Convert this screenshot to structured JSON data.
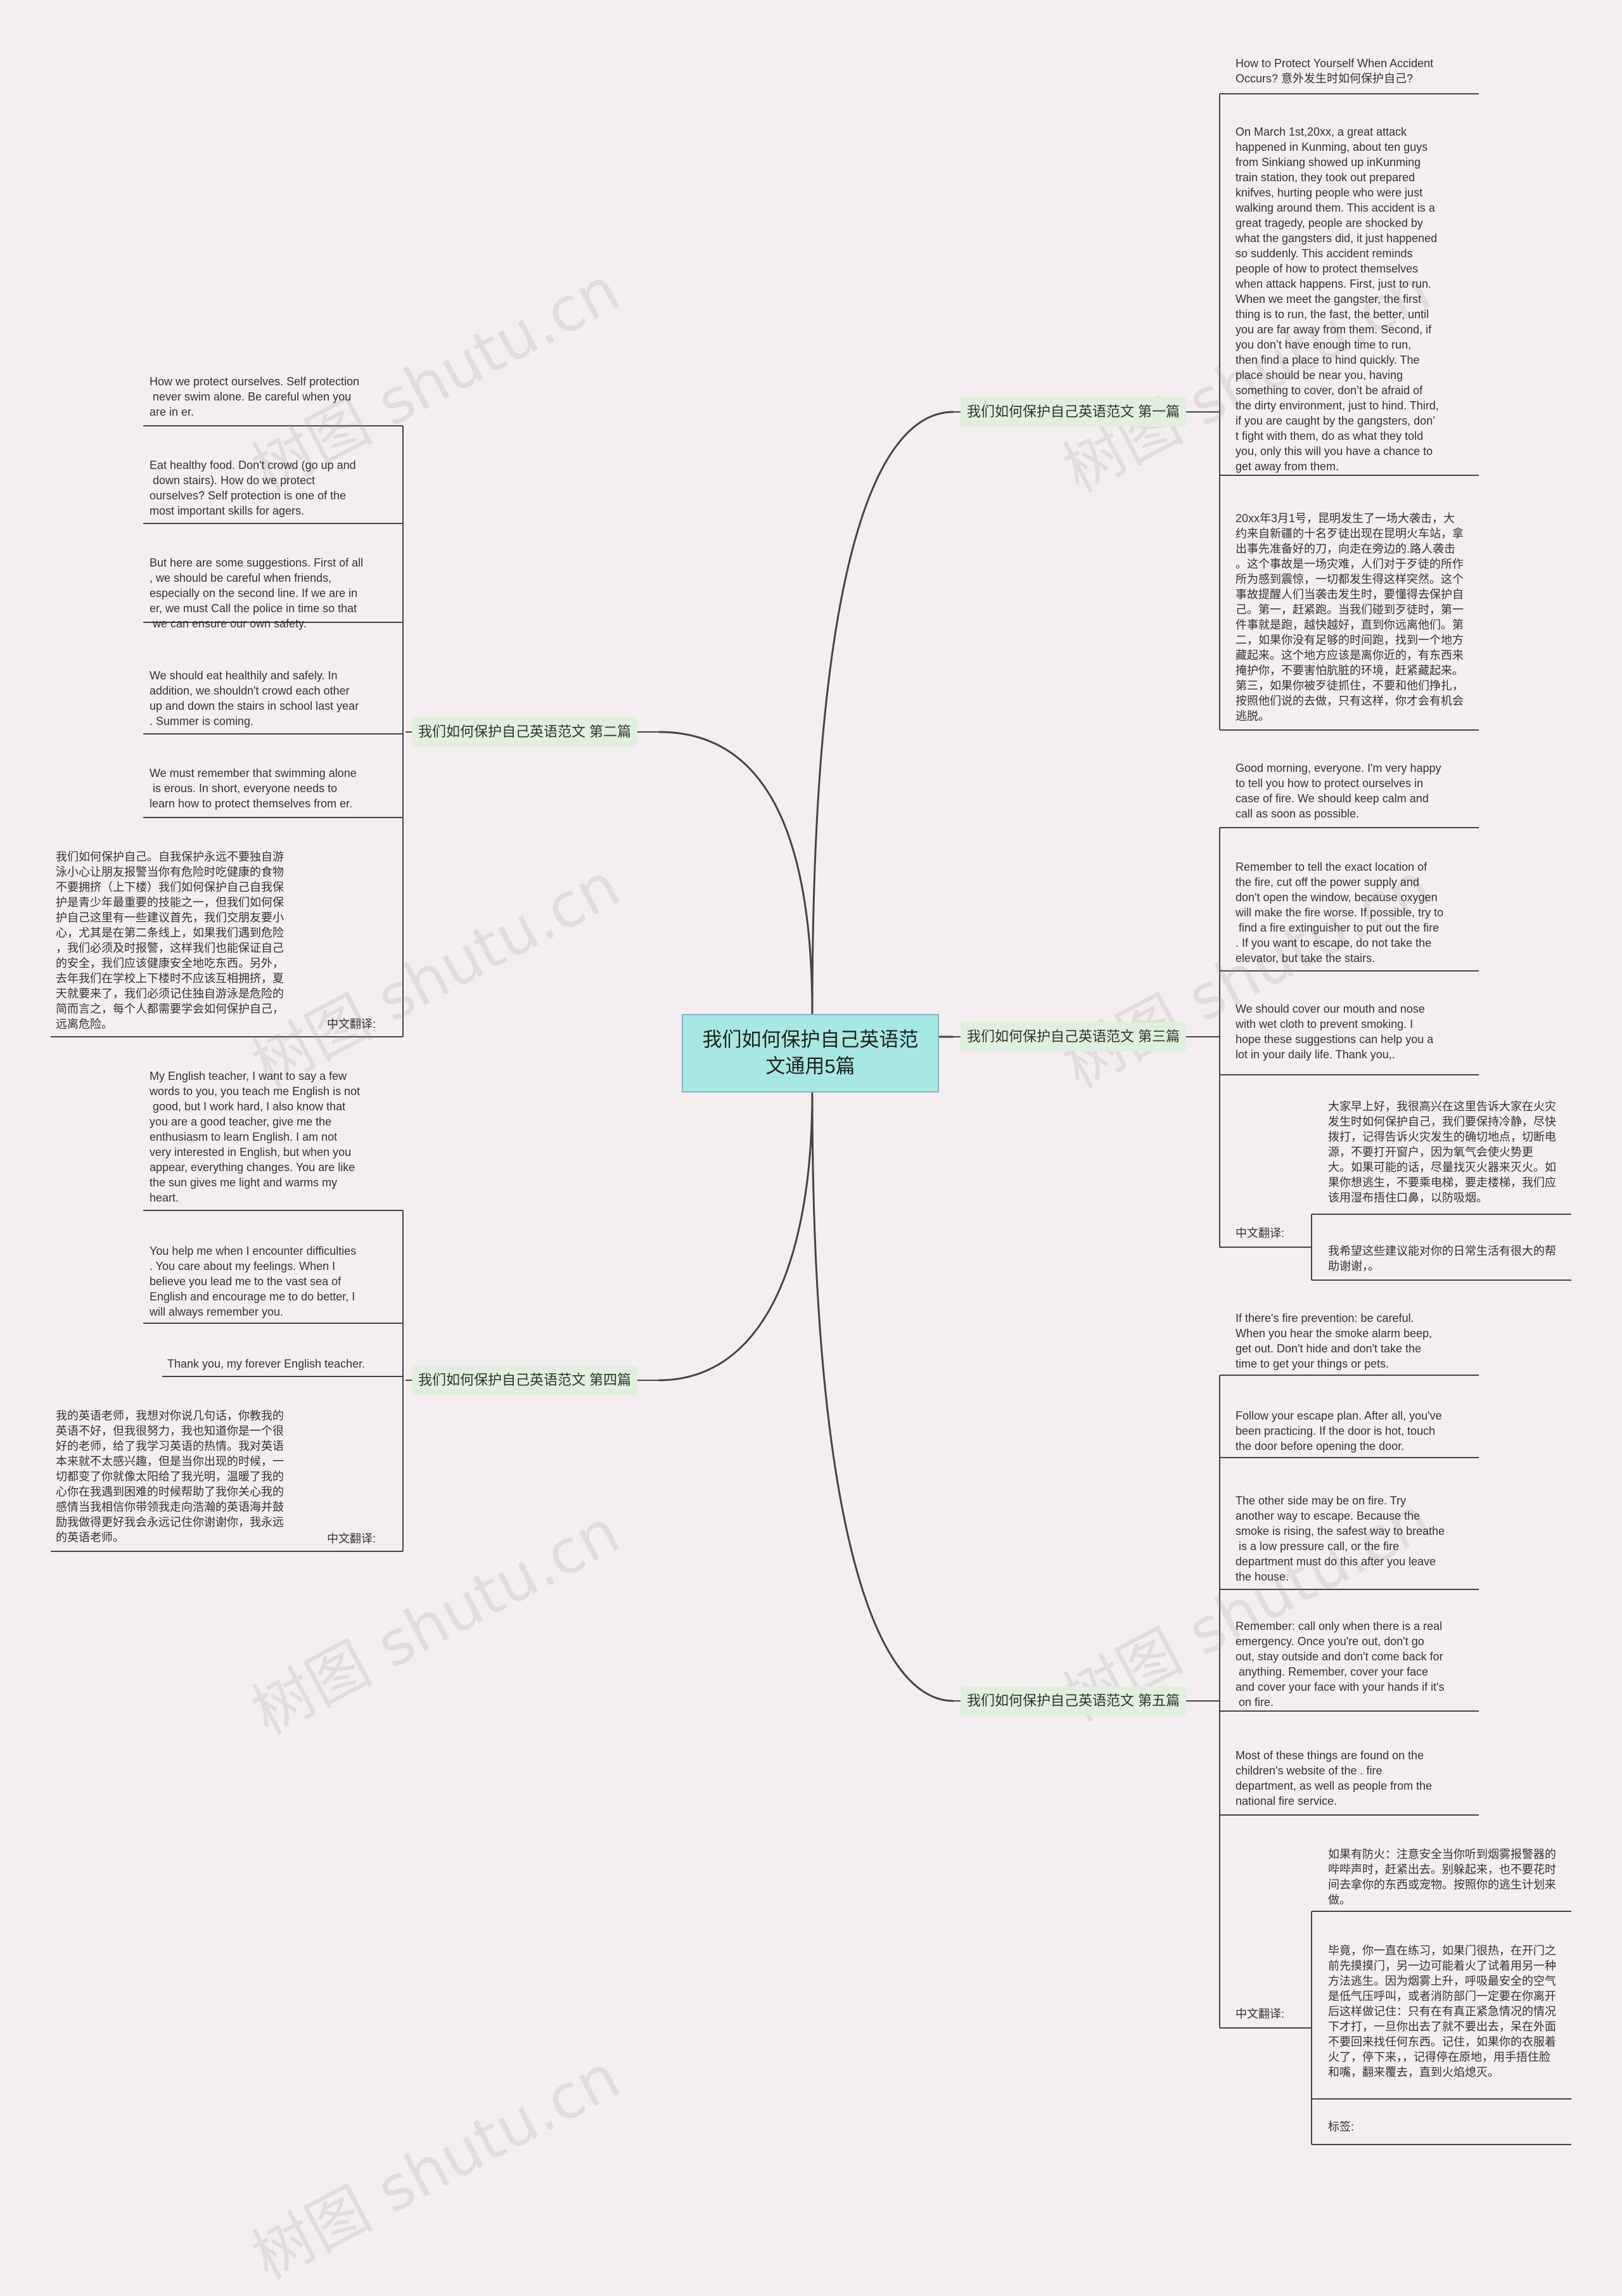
{
  "root": "我们如何保护自己英语范文通用5篇",
  "branches": {
    "b1": "我们如何保护自己英语范文 第一篇",
    "b2": "我们如何保护自己英语范文 第二篇",
    "b3": "我们如何保护自己英语范文 第三篇",
    "b4": "我们如何保护自己英语范文 第四篇",
    "b5": "我们如何保护自己英语范文 第五篇"
  },
  "b1": {
    "l1": "How to Protect Yourself When Accident\nOccurs? 意外发生时如何保护自己?",
    "l2": "On March 1st,20xx, a great attack\nhappened in Kunming, about ten guys\nfrom Sinkiang showed up inKunming\ntrain station, they took out prepared\nknifves, hurting people who were just\nwalking around them. This accident is a\ngreat tragedy, people are shocked by\nwhat the gangsters did, it just happened\nso suddenly. This accident reminds\npeople of how to protect themselves\nwhen attack happens. First, just to run.\nWhen we meet the gangster, the first\nthing is to run, the fast, the better, until\nyou are far away from them. Second, if\nyou don’t have enough time to run,\nthen find a place to hind quickly. The\nplace should be near you, having\nsomething to cover, don’t be afraid of\nthe dirty environment, just to hind. Third,\nif you are caught by the gangsters, don’\nt fight with them, do as what they told\nyou, only this will you have a chance to\nget away from them.",
    "l3": "20xx年3月1号，昆明发生了一场大袭击，大\n约来自新疆的十名歹徒出现在昆明火车站，拿\n出事先准备好的刀，向走在旁边的.路人袭击\n。这个事故是一场灾难，人们对于歹徒的所作\n所为感到震惊，一切都发生得这样突然。这个\n事故提醒人们当袭击发生时，要懂得去保护自\n己。第一，赶紧跑。当我们碰到歹徒时，第一\n件事就是跑，越快越好，直到你远离他们。第\n二，如果你没有足够的时间跑，找到一个地方\n藏起来。这个地方应该是离你近的，有东西来\n掩护你，不要害怕肮脏的环境，赶紧藏起来。\n第三，如果你被歹徒抓住，不要和他们挣扎，\n按照他们说的去做，只有这样，你才会有机会\n逃脱。"
  },
  "b2": {
    "l1": "How we protect ourselves. Self protection\n never swim alone. Be careful when you\nare in er.",
    "l2": "Eat healthy food. Don't crowd (go up and\n down stairs). How do we protect\nourselves? Self protection is one of the\nmost important skills for agers.",
    "l3": "But here are some suggestions. First of all\n, we should be careful when friends,\nespecially on the second line. If we are in\ner, we must Call the police in time so that\n we can ensure our own safety.",
    "l4": "We should eat healthily and safely. In\naddition, we shouldn't crowd each other\nup and down the stairs in school last year\n. Summer is coming.",
    "l5": "We must remember that swimming alone\n is erous. In short, everyone needs to\nlearn how to protect themselves from er.",
    "l6": "我们如何保护自己。自我保护永远不要独自游\n泳小心让朋友报警当你有危险时吃健康的食物\n不要拥挤（上下楼）我们如何保护自己自我保\n护是青少年最重要的技能之一，但我们如何保\n护自己这里有一些建议首先，我们交朋友要小\n心，尤其是在第二条线上，如果我们遇到危险\n，我们必须及时报警，这样我们也能保证自己\n的安全，我们应该健康安全地吃东西。另外，\n去年我们在学校上下楼时不应该互相拥挤，夏\n天就要来了，我们必须记住独自游泳是危险的\n简而言之，每个人都需要学会如何保护自己，\n远离危险。",
    "label": "中文翻译:"
  },
  "b3": {
    "l1": "Good morning, everyone. I'm very happy\nto tell you how to protect ourselves in\ncase of fire. We should keep calm and\ncall as soon as possible.",
    "l2": "Remember to tell the exact location of\nthe fire, cut off the power supply and\ndon't open the window, because oxygen\nwill make the fire worse. If possible, try to\n find a fire extinguisher to put out the fire\n. If you want to escape, do not take the\nelevator, but take the stairs.",
    "l3": "We should cover our mouth and nose\nwith wet cloth to prevent smoking. I\nhope these suggestions can help you a\nlot in your daily life. Thank you,.",
    "label": "中文翻译:",
    "s1": "大家早上好，我很高兴在这里告诉大家在火灾\n发生时如何保护自己，我们要保持冷静，尽快\n拨打，记得告诉火灾发生的确切地点，切断电\n源，不要打开窗户，因为氧气会使火势更\n大。如果可能的话，尽量找灭火器来灭火。如\n果你想逃生，不要乘电梯，要走楼梯，我们应\n该用湿布捂住口鼻，以防吸烟。",
    "s2": "我希望这些建议能对你的日常生活有很大的帮\n助谢谢，。"
  },
  "b4": {
    "l1": "My English teacher, I want to say a few\nwords to you, you teach me English is not\n good, but I work hard, I also know that\nyou are a good teacher, give me the\nenthusiasm to learn English. I am not\nvery interested in English, but when you\nappear, everything changes. You are like\nthe sun gives me light and warms my\nheart.",
    "l2": "You help me when I encounter difficulties\n. You care about my feelings. When I\nbelieve you lead me to the vast sea of\nEnglish and encourage me to do better, I\nwill always remember you.",
    "l3": "Thank you, my forever English teacher.",
    "l4": "我的英语老师，我想对你说几句话，你教我的\n英语不好，但我很努力，我也知道你是一个很\n好的老师，给了我学习英语的热情。我对英语\n本来就不太感兴趣，但是当你出现的时候，一\n切都变了你就像太阳给了我光明，温暖了我的\n心你在我遇到困难的时候帮助了我你关心我的\n感情当我相信你带领我走向浩瀚的英语海并鼓\n励我做得更好我会永远记住你谢谢你，我永远\n的英语老师。",
    "label": "中文翻译:"
  },
  "b5": {
    "l1": "If there's fire prevention: be careful.\nWhen you hear the smoke alarm beep,\nget out. Don't hide and don't take the\ntime to get your things or pets.",
    "l2": "Follow your escape plan. After all, you've\nbeen practicing. If the door is hot, touch\nthe door before opening the door.",
    "l3": "The other side may be on fire. Try\nanother way to escape. Because the\nsmoke is rising, the safest way to breathe\n is a low pressure call, or the fire\ndepartment must do this after you leave\nthe house.",
    "l4": "Remember: call only when there is a real\nemergency. Once you're out, don't go\nout, stay outside and don't come back for\n anything. Remember, cover your face\nand cover your face with your hands if it's\n on fire.",
    "l5": "Most of these things are found on the\nchildren's website of the . fire\ndepartment, as well as people from the\nnational fire service.",
    "label": "中文翻译:",
    "s1": "如果有防火：注意安全当你听到烟雾报警器的\n哔哔声时，赶紧出去。别躲起来，也不要花时\n间去拿你的东西或宠物。按照你的逃生计划来\n做。",
    "s2": "毕竟，你一直在练习，如果门很热，在开门之\n前先摸摸门，另一边可能着火了试着用另一种\n方法逃生。因为烟雾上升，呼吸最安全的空气\n是低气压呼叫，或者消防部门一定要在你离开\n后这样做记住：只有在有真正紧急情况的情况\n下才打，一旦你出去了就不要出去，呆在外面\n不要回来找任何东西。记住，如果你的衣服着\n火了，停下来，，记得停在原地，用手捂住脸\n和嘴，翻来覆去，直到火焰熄灭。",
    "s3": "标签:"
  },
  "watermark": "树图 shutu.cn"
}
